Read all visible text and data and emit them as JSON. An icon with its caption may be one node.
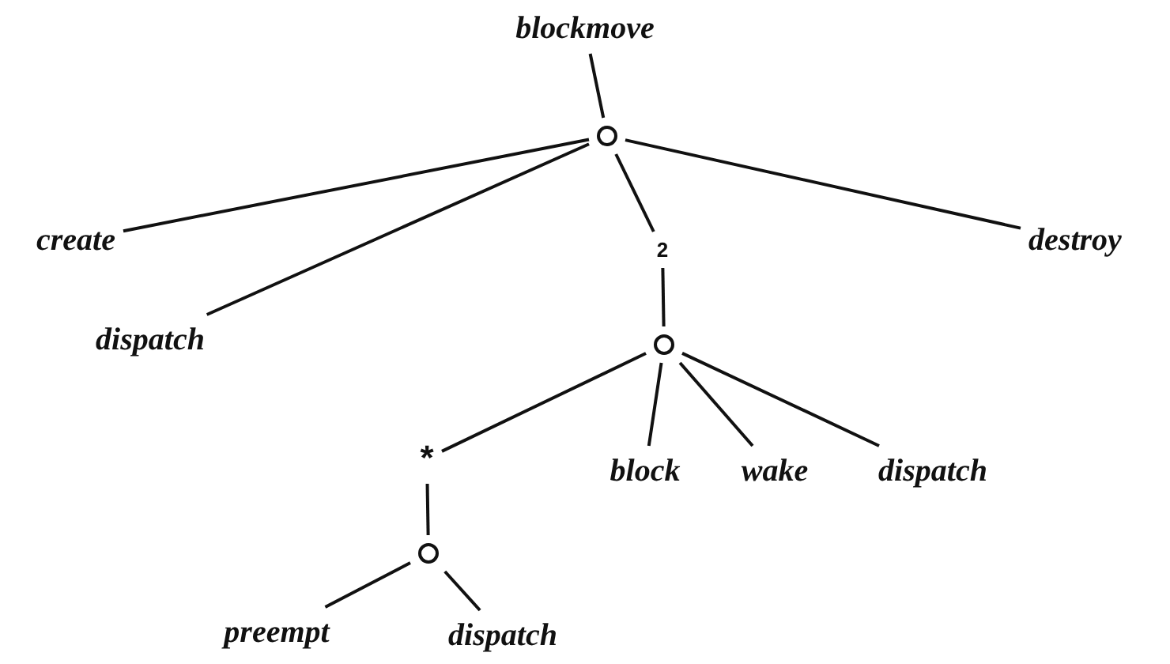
{
  "diagram": {
    "nodes": [
      {
        "text": [
          "blockmove"
        ]
      },
      {
        "text": [],
        "shape": "circle"
      },
      {
        "text": [
          "create"
        ]
      },
      {
        "text": [
          "dispatch"
        ]
      },
      {
        "text": [
          "2"
        ]
      },
      {
        "text": [
          "destroy"
        ]
      },
      {
        "text": [],
        "shape": "circle"
      },
      {
        "text": [
          "*"
        ]
      },
      {
        "text": [
          "block"
        ]
      },
      {
        "text": [
          "wake"
        ]
      },
      {
        "text": [
          "dispatch"
        ]
      },
      {
        "text": [],
        "shape": "circle"
      },
      {
        "text": [
          "preempt"
        ]
      },
      {
        "text": [
          "dispatch"
        ]
      }
    ],
    "edges": [
      {
        "from": 0,
        "to": 1,
        "arrow": "none"
      },
      {
        "from": 1,
        "to": 2,
        "arrow": "none"
      },
      {
        "from": 1,
        "to": 3,
        "arrow": "none"
      },
      {
        "from": 1,
        "to": 4,
        "arrow": "none"
      },
      {
        "from": 1,
        "to": 5,
        "arrow": "none"
      },
      {
        "from": 4,
        "to": 6,
        "arrow": "none"
      },
      {
        "from": 6,
        "to": 7,
        "arrow": "none"
      },
      {
        "from": 6,
        "to": 8,
        "arrow": "none"
      },
      {
        "from": 6,
        "to": 9,
        "arrow": "none"
      },
      {
        "from": 6,
        "to": 10,
        "arrow": "none"
      },
      {
        "from": 7,
        "to": 11,
        "arrow": "none"
      },
      {
        "from": 11,
        "to": 12,
        "arrow": "none"
      },
      {
        "from": 11,
        "to": 13,
        "arrow": "none"
      }
    ]
  }
}
